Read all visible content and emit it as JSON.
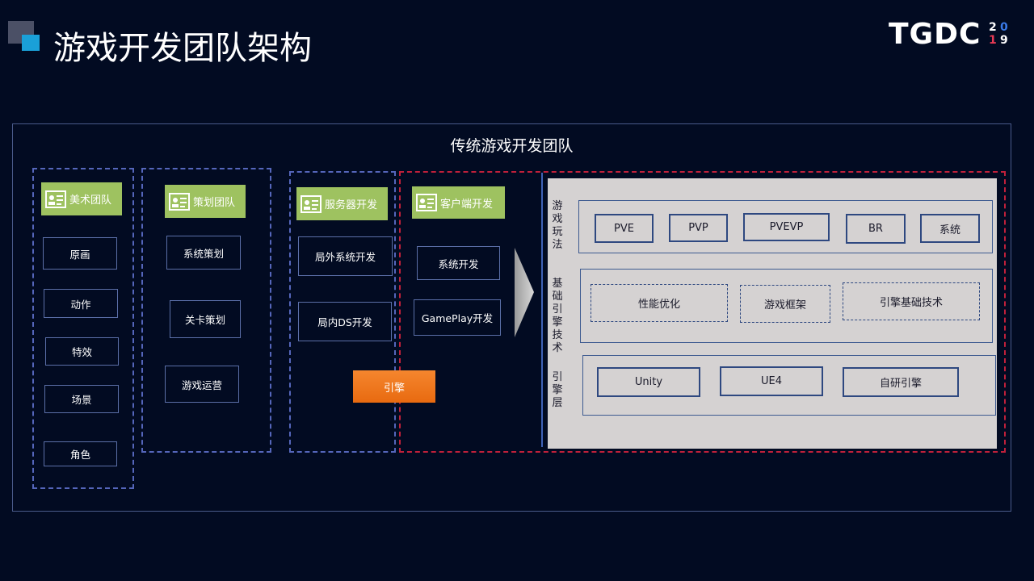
{
  "page": {
    "title": "游戏开发团队架构"
  },
  "logo": {
    "text": "TGDC",
    "digits": [
      "2",
      "0",
      "1",
      "9"
    ]
  },
  "diagram": {
    "outer_title": "传统游戏开发团队",
    "columns": {
      "art": {
        "label": "美术团队",
        "items": [
          "原画",
          "动作",
          "特效",
          "场景",
          "角色"
        ]
      },
      "design": {
        "label": "策划团队",
        "items": [
          "系统策划",
          "关卡策划",
          "游戏运营"
        ]
      },
      "server": {
        "label": "服务器开发",
        "items": [
          "局外系统开发",
          "局内DS开发"
        ]
      },
      "client": {
        "label": "客户端开发",
        "items": [
          "系统开发",
          "GamePlay开发"
        ]
      }
    },
    "engine_button": "引擎",
    "panel": {
      "gameplay": {
        "label": "游戏玩法",
        "items": [
          "PVE",
          "PVP",
          "PVEVP",
          "BR",
          "系统"
        ]
      },
      "engine_tech": {
        "label": "基础引擎技术",
        "items": [
          "性能优化",
          "游戏框架",
          "引擎基础技术"
        ]
      },
      "engine_layer": {
        "label": "引擎层",
        "items": [
          "Unity",
          "UE4",
          "自研引擎"
        ]
      }
    }
  },
  "colors": {
    "background": "#020b22",
    "green_label": "#9ec260",
    "dashed_blue": "#5566bb",
    "dashed_red": "#c0203a",
    "engine_orange": "#f07a20",
    "panel_gray": "#d5d2d2",
    "accent_blue": "#1aa0d8"
  },
  "icons": {
    "team_label": "id-card-icon",
    "flow": "arrow-right-icon"
  }
}
